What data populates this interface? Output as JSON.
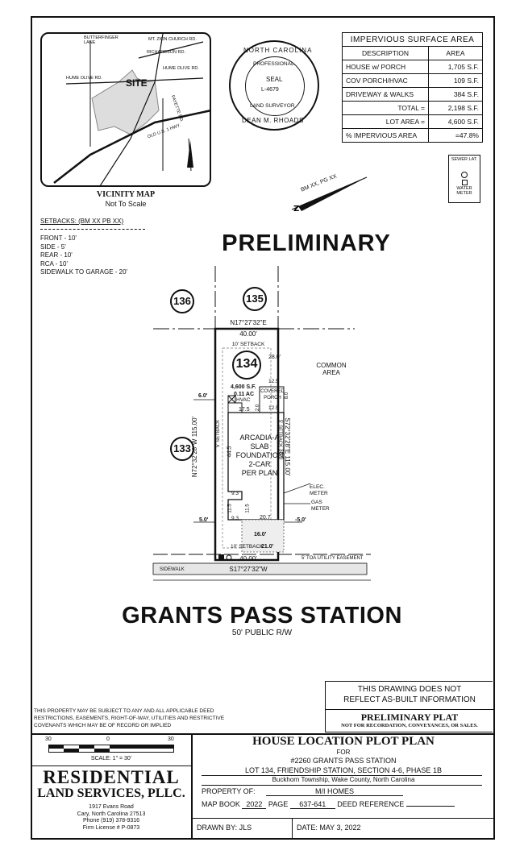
{
  "vicinity": {
    "title": "VICINITY MAP",
    "subtitle": "Not To Scale",
    "site_label": "SITE",
    "roads": [
      "BUTTERFINGER LANE",
      "MT. ZION CHURCH RD.",
      "RICHARDSON RD.",
      "HUME OLIVE RD.",
      "HUME OLIVE RD.",
      "OLD U.S. 1 HWY.",
      "FAYETTE RD."
    ]
  },
  "seal": {
    "top": "NORTH CAROLINA",
    "mid": "PROFESSIONAL",
    "seal_word": "SEAL",
    "number": "L-4679",
    "bottom": "LAND SURVEYOR",
    "name": "DEAN M. RHOADS"
  },
  "impervious": {
    "title": "IMPERVIOUS SURFACE AREA",
    "col_desc": "DESCRIPTION",
    "col_area": "AREA",
    "rows": [
      {
        "label": "HOUSE w/ PORCH",
        "value": "1,705 S.F."
      },
      {
        "label": "COV PORCH/HVAC",
        "value": "109 S.F."
      },
      {
        "label": "DRIVEWAY & WALKS",
        "value": "384 S.F."
      },
      {
        "label": "TOTAL =",
        "value": "2,198 S.F."
      },
      {
        "label": "LOT AREA =",
        "value": "4,600 S.F."
      },
      {
        "label": "% IMPERVIOUS AREA",
        "value": "=47.8%"
      }
    ]
  },
  "legend": {
    "sewer": "SEWER LAT.",
    "water": "WATER METER"
  },
  "bm_ref": "BM XX, PG XX",
  "setbacks": {
    "title": "SETBACKS: (BM XX PB XX)",
    "items": [
      "FRONT - 10'",
      "SIDE - 5'",
      "REAR - 10'",
      "RCA - 10'",
      "SIDEWALK TO GARAGE - 20'"
    ]
  },
  "preliminary": "PRELIMINARY",
  "lots": {
    "lot136": "136",
    "lot135": "135",
    "lot134": "134",
    "lot133": "133"
  },
  "plan": {
    "north_bearing": "N17°27'32\"E",
    "north_dist": "40.00'",
    "rear_setback": "10' SETBACK",
    "dim_28": "28.0'",
    "dim_125a": "12.5",
    "dim_125b": "12.5",
    "dim_20": "2.0",
    "dim_80": "8.0",
    "dim_175": "17.5",
    "lot_area": "4,600 S.F.",
    "lot_ac": "0.11 AC",
    "hvac": "HVAC",
    "covered_porch": "COVERED PORCH",
    "dim_60": "6.0'",
    "house_lines": [
      "ARCADIA-A",
      "SLAB",
      "FOUNDATION",
      "2-CAR",
      "PER PLAN"
    ],
    "dim_445": "44.5",
    "dim_380": "38.0",
    "side_setback": "5' SETBACK",
    "side_setback_r": "5' SETBACK",
    "west_line": "N72°32'28\"W  115.00'",
    "east_line": "S72°32'28\"E  115.00'",
    "dim_93a": "9.3",
    "dim_93b": "9.3",
    "dim_115a": "11.5",
    "dim_115b": "11.5",
    "dim_207": "20.7",
    "dim_50l": "5.0'",
    "dim_50r": "-5.0'",
    "dim_160": "16.0'",
    "front_setback": "10' SETBACK",
    "dim_210": "21.0'",
    "south_dist": "40.00'",
    "south_bearing": "S17°27'32\"W",
    "utility_easement": "5' TOA UTILITY EASEMENT",
    "sidewalk": "SIDEWALK",
    "common_area": "COMMON AREA",
    "elec_meter": "ELEC. METER",
    "gas_meter": "GAS METER"
  },
  "street": {
    "name": "GRANTS PASS STATION",
    "row": "50' PUBLIC R/W"
  },
  "note_box": {
    "line1": "THIS DRAWING DOES NOT",
    "line2": "REFLECT AS-BUILT INFORMATION"
  },
  "prelim_plat": {
    "title": "PRELIMINARY PLAT",
    "sub": "NOT FOR RECORDATION, CONVEYANCES, OR SALES."
  },
  "disclaimer": "THIS PROPERTY MAY BE SUBJECT TO ANY AND ALL APPLICABLE DEED RESTRICTIONS, EASEMENTS, RIGHT-OF-WAY, UTILITIES AND RESTRICTIVE COVENANTS WHICH MAY BE OF RECORD OR IMPLIED",
  "scale": {
    "t30a": "30",
    "t0": "0",
    "t30b": "30",
    "label": "SCALE: 1\" = 30'"
  },
  "company": {
    "name1": "RESIDENTIAL",
    "name2": "LAND SERVICES, PLLC.",
    "addr1": "1917 Evans Road",
    "addr2": "Cary, North Carolina 27513",
    "phone": "Phone (919) 378-9316",
    "license": "Firm License # P-0873"
  },
  "title_block": {
    "title": "HOUSE LOCATION PLOT PLAN",
    "for": "FOR",
    "address": "#2260 GRANTS PASS STATION",
    "lot": "LOT 134, FRIENDSHIP STATION, SECTION 4-6, PHASE 1B",
    "township": "Buckhorn Township, Wake County, North Carolina",
    "prop_label": "PROPERTY OF:",
    "owner": "M/I HOMES",
    "mapbook_label": "MAP BOOK",
    "mapbook": "2022",
    "page_label": "PAGE",
    "page": "637-641",
    "deed_label": "DEED REFERENCE",
    "drawn": "DRAWN BY: JLS",
    "date": "DATE: MAY 3, 2022"
  }
}
